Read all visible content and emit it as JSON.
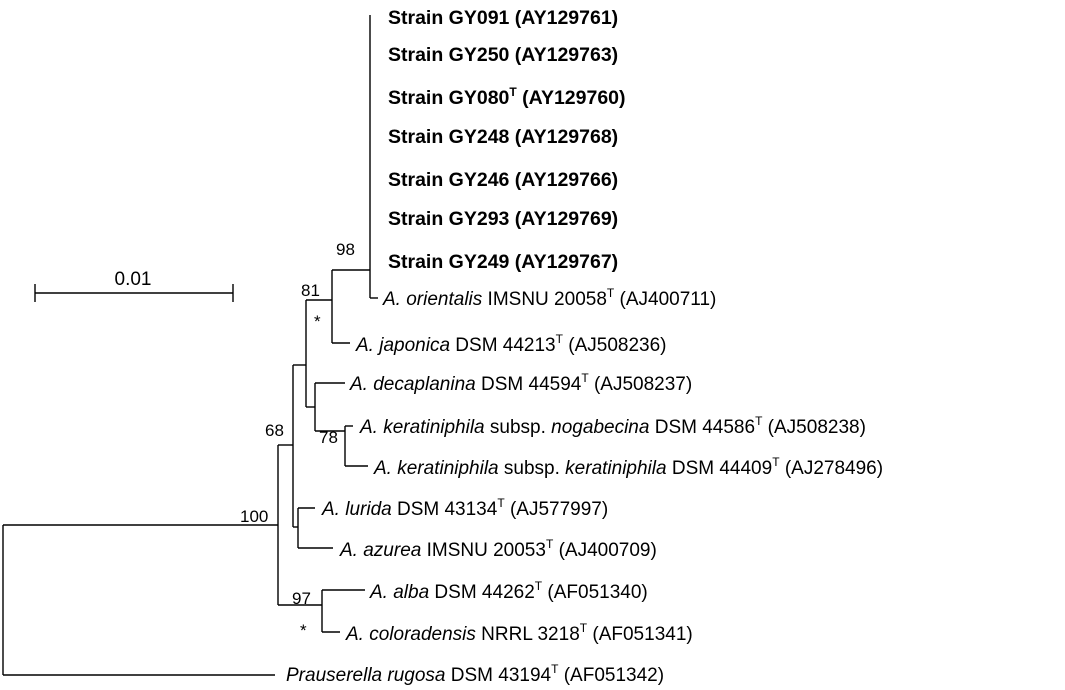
{
  "scale_bar": {
    "label": "0.01"
  },
  "strains": [
    {
      "name": "Strain GY091",
      "type_mark": "",
      "accession": "(AY129761)"
    },
    {
      "name": "Strain GY250",
      "type_mark": "",
      "accession": "(AY129763)"
    },
    {
      "name": "Strain GY080",
      "type_mark": "T",
      "accession": "(AY129760)"
    },
    {
      "name": "Strain GY248",
      "type_mark": "",
      "accession": "(AY129768)"
    },
    {
      "name": "Strain GY246",
      "type_mark": "",
      "accession": "(AY129766)"
    },
    {
      "name": "Strain GY293",
      "type_mark": "",
      "accession": "(AY129769)"
    },
    {
      "name": "Strain GY249",
      "type_mark": "",
      "accession": "(AY129767)"
    }
  ],
  "taxa": [
    {
      "parts": [
        {
          "t": "A. orientalis",
          "i": true
        },
        {
          "t": " IMSNU 20058",
          "i": false
        }
      ],
      "type_mark": "T",
      "accession": " (AJ400711)"
    },
    {
      "parts": [
        {
          "t": "A. japonica",
          "i": true
        },
        {
          "t": " DSM 44213",
          "i": false
        }
      ],
      "type_mark": "T",
      "accession": " (AJ508236)"
    },
    {
      "parts": [
        {
          "t": "A. decaplanina",
          "i": true
        },
        {
          "t": " DSM 44594",
          "i": false
        }
      ],
      "type_mark": "T",
      "accession": " (AJ508237)"
    },
    {
      "parts": [
        {
          "t": "A. keratiniphila",
          "i": true
        },
        {
          "t": " subsp. ",
          "i": false
        },
        {
          "t": "nogabecina",
          "i": true
        },
        {
          "t": " DSM 44586",
          "i": false
        }
      ],
      "type_mark": "T",
      "accession": " (AJ508238)"
    },
    {
      "parts": [
        {
          "t": "A. keratiniphila",
          "i": true
        },
        {
          "t": " subsp. ",
          "i": false
        },
        {
          "t": "keratiniphila",
          "i": true
        },
        {
          "t": " DSM 44409",
          "i": false
        }
      ],
      "type_mark": "T",
      "accession": " (AJ278496)"
    },
    {
      "parts": [
        {
          "t": "A. lurida",
          "i": true
        },
        {
          "t": " DSM 43134",
          "i": false
        }
      ],
      "type_mark": "T",
      "accession": " (AJ577997)"
    },
    {
      "parts": [
        {
          "t": "A. azurea",
          "i": true
        },
        {
          "t": " IMSNU 20053",
          "i": false
        }
      ],
      "type_mark": "T",
      "accession": " (AJ400709)"
    },
    {
      "parts": [
        {
          "t": "A. alba",
          "i": true
        },
        {
          "t": " DSM 44262",
          "i": false
        }
      ],
      "type_mark": "T",
      "accession": " (AF051340)"
    },
    {
      "parts": [
        {
          "t": "A. coloradensis",
          "i": true
        },
        {
          "t": " NRRL 3218",
          "i": false
        }
      ],
      "type_mark": "T",
      "accession": " (AF051341)"
    },
    {
      "parts": [
        {
          "t": "Prauserella rugosa",
          "i": true
        },
        {
          "t": " DSM 43194",
          "i": false
        }
      ],
      "type_mark": "T",
      "accession": " (AF051342)"
    }
  ],
  "bootstrap": {
    "strain_cluster": "98",
    "orientalis_japonica": "81",
    "keratiniphila_pair": "78",
    "main_ingroup": "68",
    "root_node": "100",
    "alba_coloradensis": "97"
  },
  "asterisks": [
    "*",
    "*"
  ]
}
